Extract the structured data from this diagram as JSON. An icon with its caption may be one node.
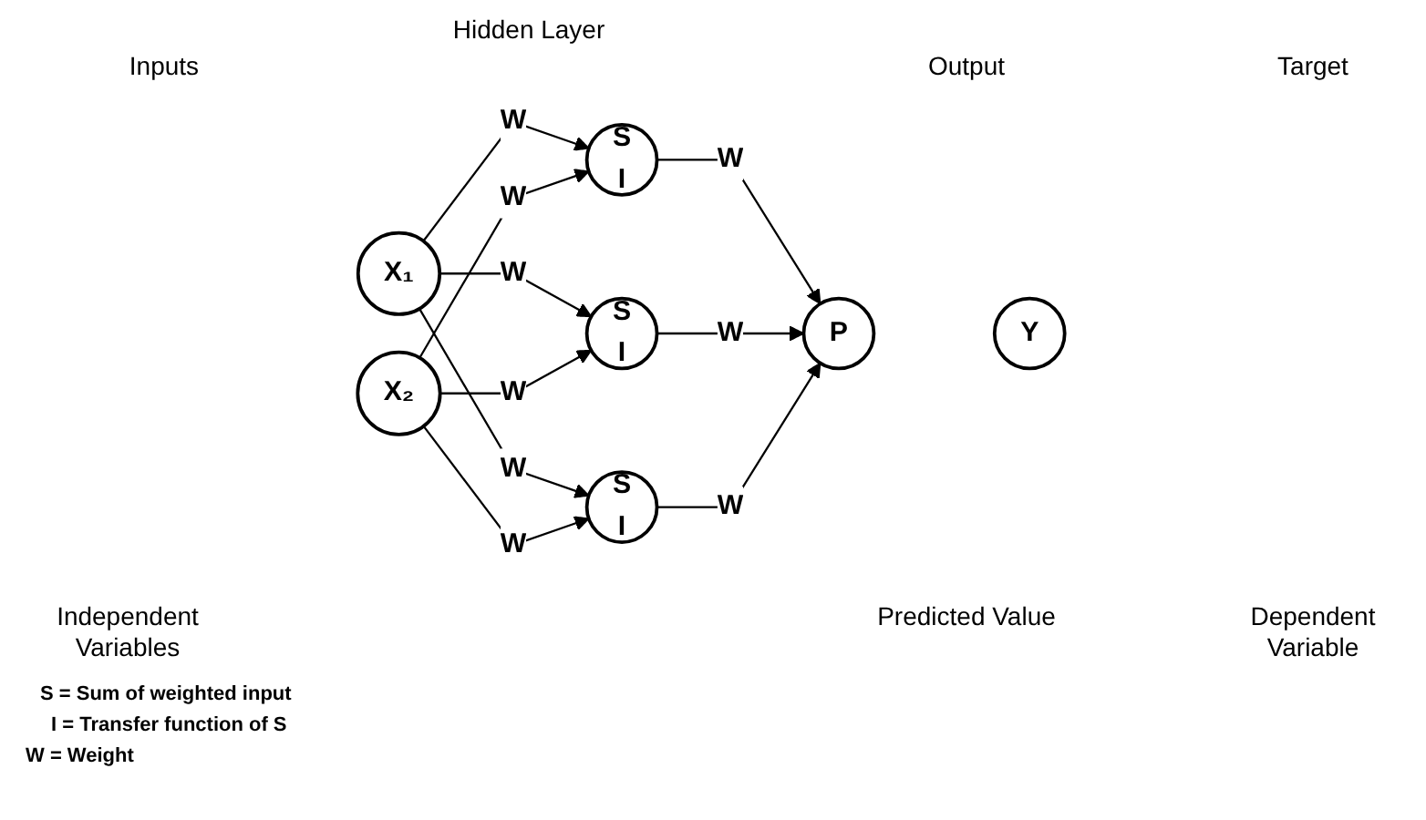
{
  "diagram": {
    "nodes": [
      {
        "text": [
          "X₁"
        ]
      },
      {
        "text": [
          "X₂"
        ]
      },
      {
        "text": [
          "S",
          "I"
        ]
      },
      {
        "text": [
          "S",
          "I"
        ]
      },
      {
        "text": [
          "S",
          "I"
        ]
      },
      {
        "text": [
          "P"
        ]
      },
      {
        "text": [
          "Y"
        ]
      }
    ],
    "edges": [
      {
        "from": 0,
        "to": 2,
        "arrow": "to",
        "label": "W"
      },
      {
        "from": 0,
        "to": 3,
        "arrow": "to",
        "label": "W"
      },
      {
        "from": 0,
        "to": 4,
        "arrow": "to",
        "label": "W"
      },
      {
        "from": 1,
        "to": 2,
        "arrow": "to",
        "label": "W"
      },
      {
        "from": 1,
        "to": 3,
        "arrow": "to",
        "label": "W"
      },
      {
        "from": 1,
        "to": 4,
        "arrow": "to",
        "label": "W"
      },
      {
        "from": 2,
        "to": 5,
        "arrow": "to",
        "label": "W"
      },
      {
        "from": 3,
        "to": 5,
        "arrow": "to",
        "label": "W"
      },
      {
        "from": 4,
        "to": 5,
        "arrow": "to",
        "label": "W"
      }
    ],
    "labels": [
      "Inputs",
      "Hidden Layer",
      "Output",
      "Target",
      "Independent Variables",
      "Predicted Value",
      "Dependent Variable",
      "S = Sum of weighted input",
      "I = Transfer function of S",
      "W = Weight"
    ]
  }
}
